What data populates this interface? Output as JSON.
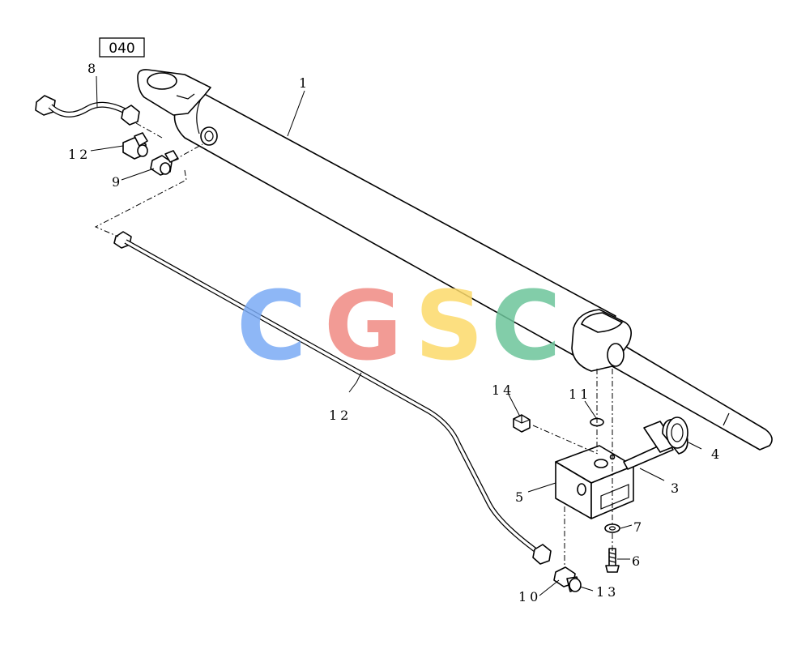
{
  "diagram": {
    "section_code": "040",
    "callouts": {
      "c1": "1",
      "c3": "3",
      "c4": "4",
      "c5": "5",
      "c6": "6",
      "c7": "7",
      "c8": "8",
      "c9": "9",
      "c10": "10",
      "c11": "11",
      "c12_top": "12",
      "c12_mid": "12",
      "c13": "13",
      "c14": "14"
    }
  },
  "watermark": {
    "letters": [
      "C",
      "G",
      "S",
      "C"
    ],
    "colors": [
      "#7aaaf5",
      "#f08a82",
      "#fbd96a",
      "#6cc49a"
    ],
    "opacity": 0.85
  }
}
